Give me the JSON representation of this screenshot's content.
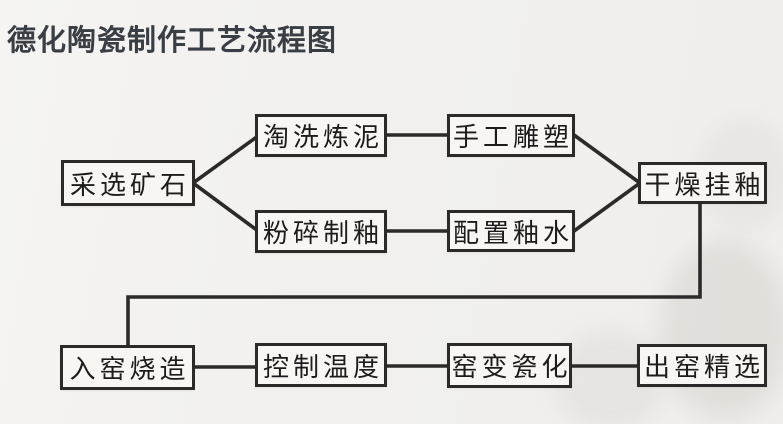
{
  "page": {
    "title": "德化陶瓷制作工艺流程图"
  },
  "colors": {
    "background": "#f1f0ee",
    "line": "#2b2a28",
    "box_border": "#2b2a28",
    "box_fill": "#f7f6f3",
    "box_text": "#1c1c1c",
    "title_text": "#3a3e45"
  },
  "flowchart": {
    "nodes": [
      {
        "id": "mine-ore",
        "label": "采选矿石"
      },
      {
        "id": "wash-refine-clay",
        "label": "淘洗炼泥"
      },
      {
        "id": "hand-sculpt",
        "label": "手工雕塑"
      },
      {
        "id": "crush-make-glaze",
        "label": "粉碎制釉"
      },
      {
        "id": "mix-glaze-water",
        "label": "配置釉水"
      },
      {
        "id": "dry-apply-glaze",
        "label": "干燥挂釉"
      },
      {
        "id": "kiln-firing",
        "label": "入窑烧造"
      },
      {
        "id": "temperature-control",
        "label": "控制温度"
      },
      {
        "id": "kiln-transformation",
        "label": "窑变瓷化"
      },
      {
        "id": "select-from-kiln",
        "label": "出窑精选"
      }
    ],
    "edges": [
      {
        "from": "采选矿石",
        "to": "淘洗炼泥"
      },
      {
        "from": "采选矿石",
        "to": "粉碎制釉"
      },
      {
        "from": "淘洗炼泥",
        "to": "手工雕塑"
      },
      {
        "from": "粉碎制釉",
        "to": "配置釉水"
      },
      {
        "from": "手工雕塑",
        "to": "干燥挂釉"
      },
      {
        "from": "配置釉水",
        "to": "干燥挂釉"
      },
      {
        "from": "干燥挂釉",
        "to": "入窑烧造"
      },
      {
        "from": "入窑烧造",
        "to": "控制温度"
      },
      {
        "from": "控制温度",
        "to": "窑变瓷化"
      },
      {
        "from": "窑变瓷化",
        "to": "出窑精选"
      }
    ]
  }
}
